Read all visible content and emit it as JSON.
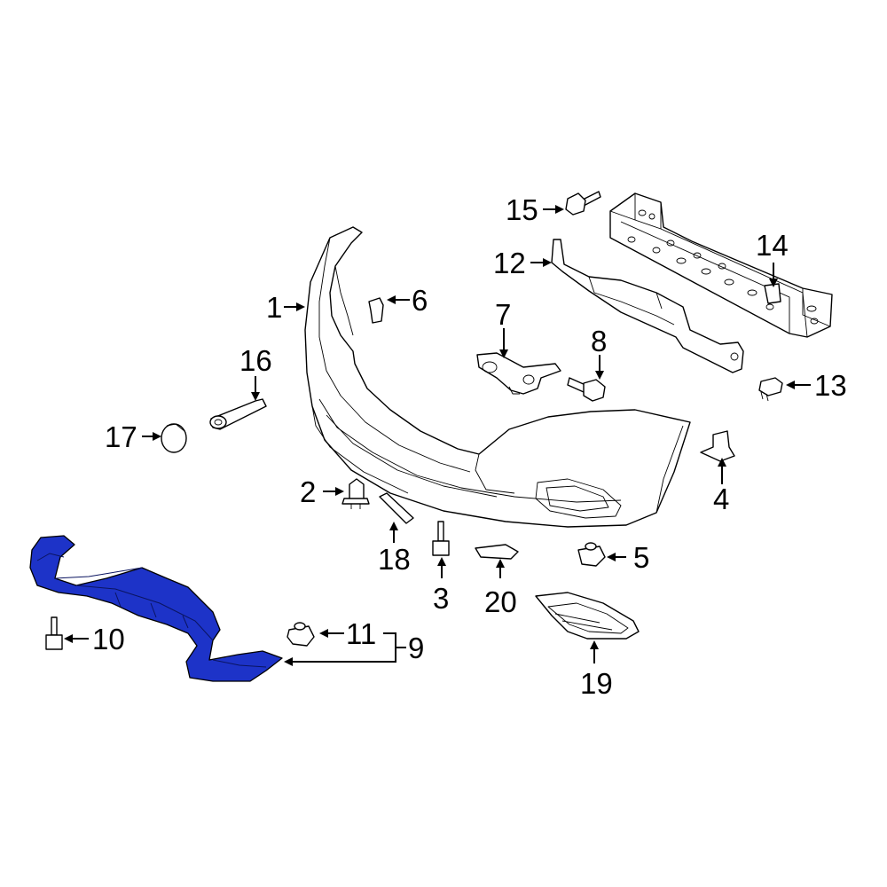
{
  "diagram": {
    "highlight_color": "#1d33c8",
    "callouts": [
      {
        "id": "c1",
        "text": "1"
      },
      {
        "id": "c2",
        "text": "2"
      },
      {
        "id": "c3",
        "text": "3"
      },
      {
        "id": "c4",
        "text": "4"
      },
      {
        "id": "c5",
        "text": "5"
      },
      {
        "id": "c6",
        "text": "6"
      },
      {
        "id": "c7",
        "text": "7"
      },
      {
        "id": "c8",
        "text": "8"
      },
      {
        "id": "c9",
        "text": "9"
      },
      {
        "id": "c10",
        "text": "10"
      },
      {
        "id": "c11",
        "text": "11"
      },
      {
        "id": "c12",
        "text": "12"
      },
      {
        "id": "c13",
        "text": "13"
      },
      {
        "id": "c14",
        "text": "14"
      },
      {
        "id": "c15",
        "text": "15"
      },
      {
        "id": "c16",
        "text": "16"
      },
      {
        "id": "c17",
        "text": "17"
      },
      {
        "id": "c18",
        "text": "18"
      },
      {
        "id": "c19",
        "text": "19"
      },
      {
        "id": "c20",
        "text": "20"
      }
    ]
  }
}
